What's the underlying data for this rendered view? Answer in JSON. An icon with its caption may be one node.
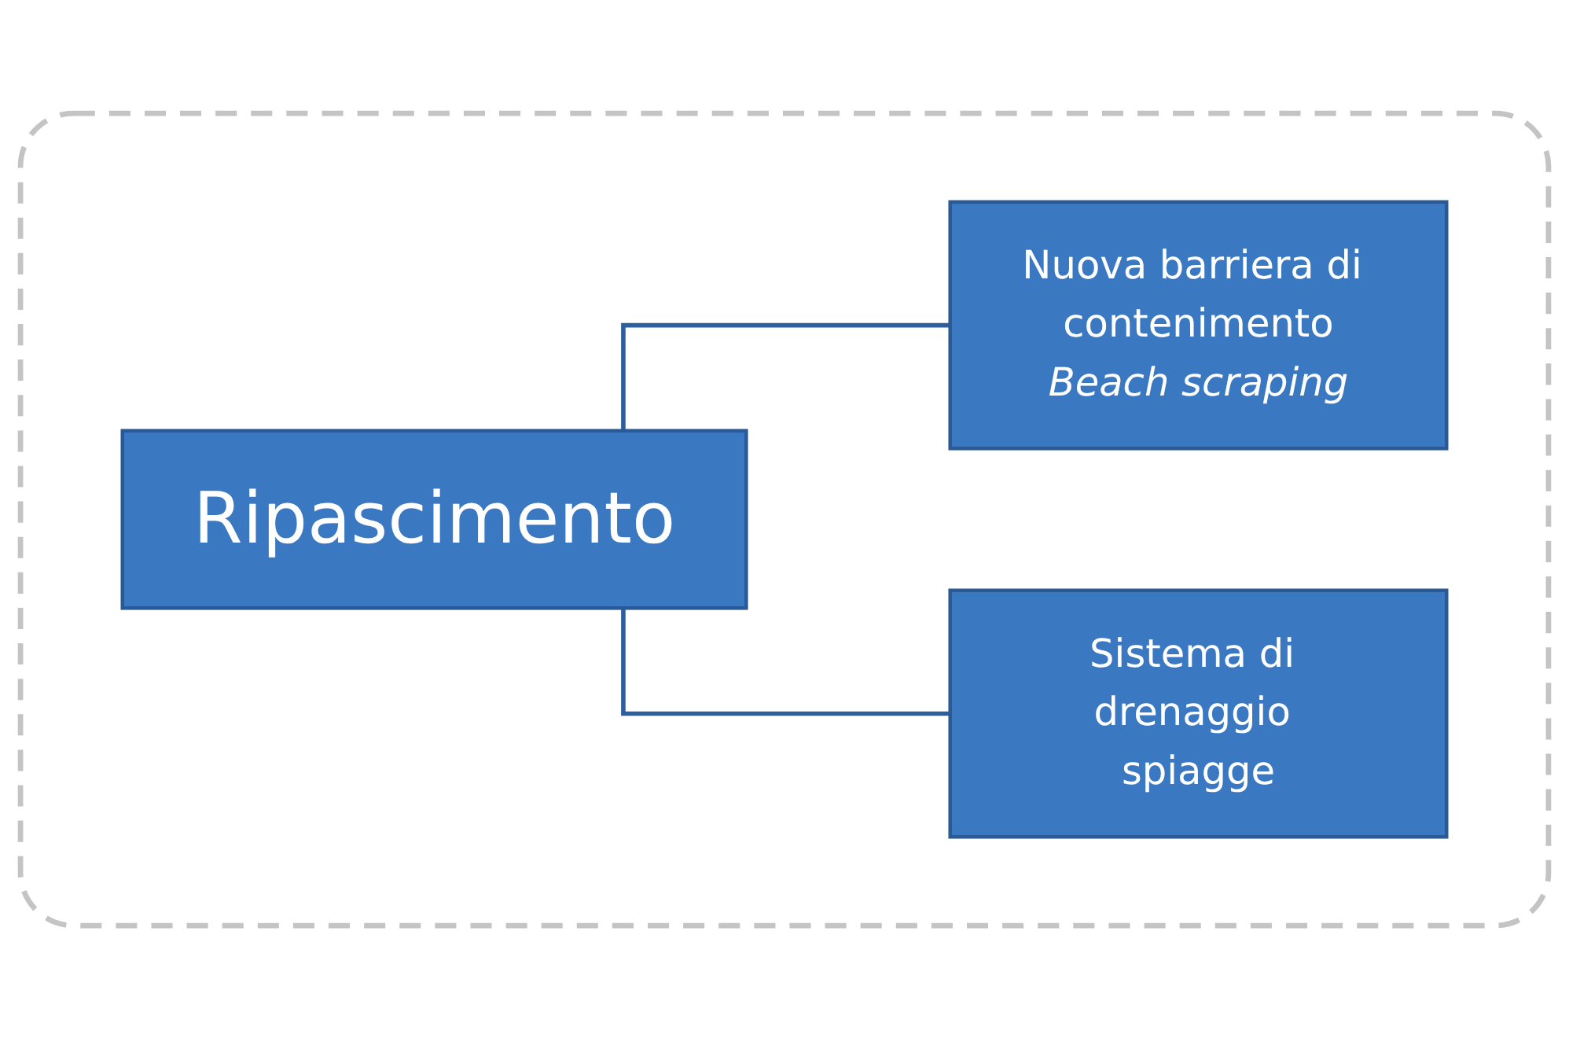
{
  "diagram": {
    "nodes": [
      {
        "text": [],
        "shape": "box"
      },
      {
        "text": [
          "Ripascimento"
        ],
        "in": 0
      },
      {
        "text": [
          "Nuova barriera di contenimento",
          "Beach scraping"
        ],
        "in": 0
      },
      {
        "text": [
          "Sistema di drenaggio spiagge"
        ],
        "in": 0
      }
    ],
    "edges": [
      {
        "from": 1,
        "to": 2,
        "arrow": "none"
      },
      {
        "from": 1,
        "to": 3,
        "arrow": "none"
      }
    ]
  }
}
